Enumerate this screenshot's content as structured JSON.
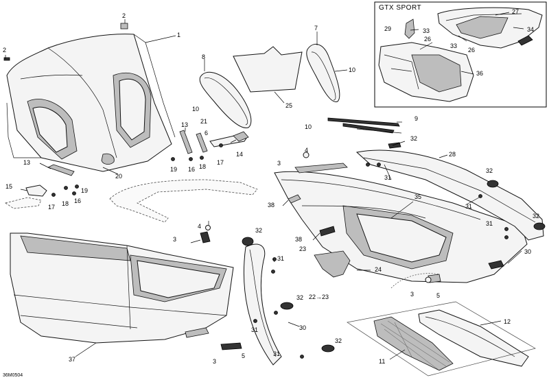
{
  "diagram": {
    "inset_title": "GTX SPORT",
    "drawing_code": "36M0504",
    "callouts": [
      "1",
      "2",
      "2",
      "8",
      "7",
      "10",
      "10",
      "25",
      "10",
      "9",
      "13",
      "21",
      "6",
      "14",
      "17",
      "16",
      "18",
      "19",
      "13",
      "20",
      "15",
      "19",
      "17",
      "18",
      "16",
      "4",
      "3",
      "32",
      "28",
      "32",
      "31",
      "31",
      "32",
      "31",
      "35",
      "38",
      "38",
      "23",
      "24",
      "22→23",
      "3",
      "5",
      "4",
      "3",
      "32",
      "31",
      "32",
      "30",
      "30",
      "31",
      "5",
      "3",
      "32",
      "31",
      "12",
      "11",
      "37",
      "27",
      "29",
      "33",
      "26",
      "33",
      "26",
      "34",
      "36"
    ]
  }
}
